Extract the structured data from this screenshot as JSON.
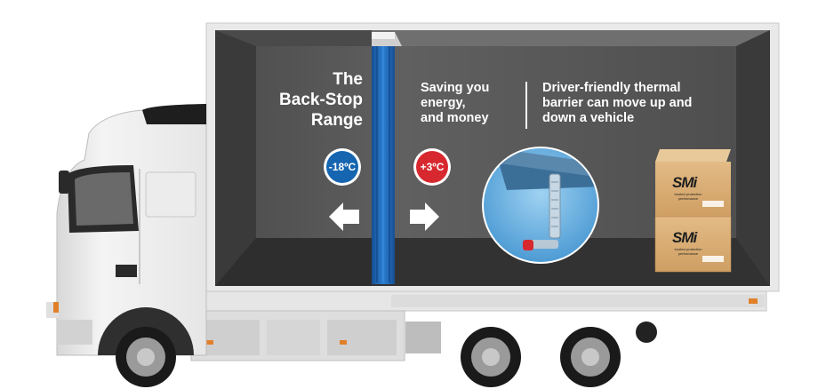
{
  "headline": {
    "line1": "The",
    "line2": "Back-Stop",
    "line3": "Range"
  },
  "saving": {
    "line1": "Saving you",
    "line2": "energy,",
    "line3": "and money"
  },
  "driver": {
    "line1": "Driver-friendly thermal",
    "line2": "barrier can move up and",
    "line3": "down a vehicle"
  },
  "temps": {
    "cold": "-18ºC",
    "warm": "+3ºC"
  },
  "boxes": {
    "brand": "SMi",
    "tagline": "trusted protection performance"
  },
  "colors": {
    "cold": "#1565b0",
    "warm": "#d8282f",
    "curtain": "#1f66b8",
    "interior": "#5a5a5a",
    "cab": "#f2f2f2"
  },
  "icons": [
    "arrow-left-icon",
    "arrow-right-icon",
    "snowflake-icon"
  ]
}
